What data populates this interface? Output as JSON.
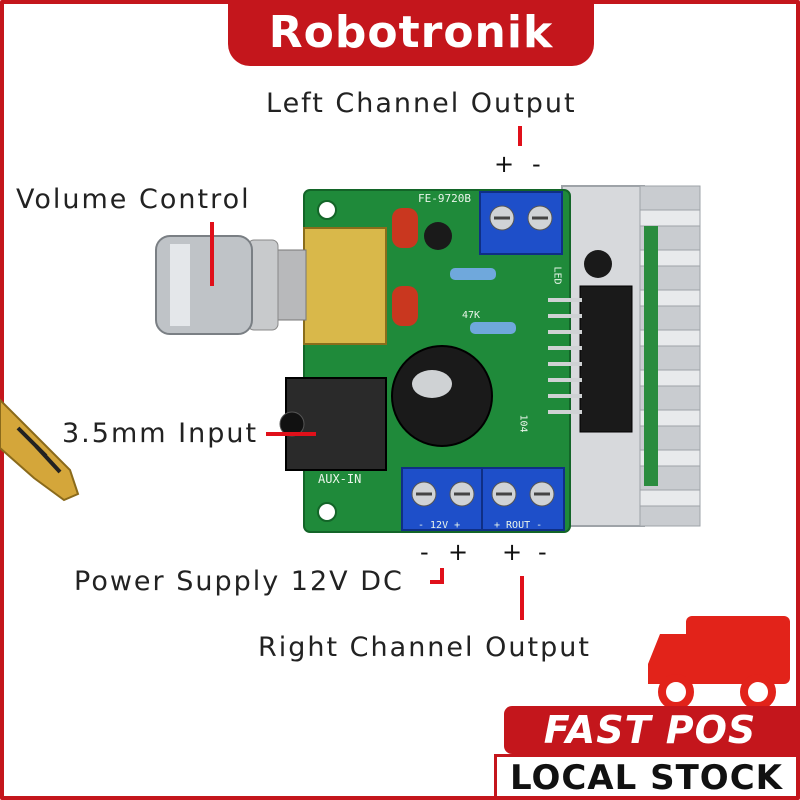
{
  "brand": {
    "name": "Robotronik"
  },
  "labels": {
    "left_output": "Left Channel Output",
    "volume": "Volume Control",
    "input": "3.5mm Input",
    "power": "Power Supply 12V DC",
    "right_output": "Right Channel Output"
  },
  "signs": {
    "left_plus": "+",
    "left_minus": "-",
    "power_minus": "-",
    "power_plus": "+",
    "right_plus": "+",
    "right_minus": "-"
  },
  "silkscreen": {
    "model": "FE-9720B",
    "aux": "AUX-IN",
    "led": "LED",
    "resistor": "47K",
    "cap_code": "104",
    "power_pins": "- 12V +",
    "right_pins": "+ ROUT -"
  },
  "badge": {
    "line1": "FAST POS",
    "line2": "LOCAL STOCK"
  },
  "icons": {
    "delivery": "delivery-truck-icon",
    "jack": "audio-jack-plug-icon"
  },
  "colors": {
    "accent": "#c4161c",
    "pcb": "#1f8a3a",
    "terminal": "#1e4fc9"
  }
}
